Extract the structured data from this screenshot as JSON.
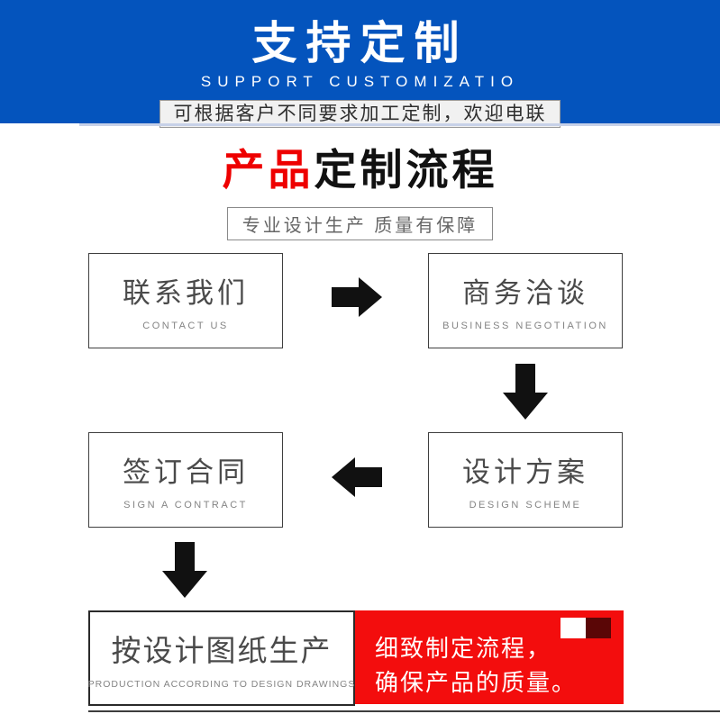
{
  "banner": {
    "title": "支持定制",
    "subtitle": "SUPPORT CUSTOMIZATIO",
    "strip": "可根据客户不同要求加工定制，欢迎电联"
  },
  "section": {
    "title_red": "产品",
    "title_black": "定制流程",
    "tagline": "专业设计生产 质量有保障"
  },
  "flow": {
    "steps": [
      {
        "zh": "联系我们",
        "en": "CONTACT US"
      },
      {
        "zh": "商务洽谈",
        "en": "BUSINESS NEGOTIATION"
      },
      {
        "zh": "签订合同",
        "en": "SIGN A CONTRACT"
      },
      {
        "zh": "设计方案",
        "en": "DESIGN SCHEME"
      },
      {
        "zh": "按设计图纸生产",
        "en": "PRODUCTION ACCORDING TO DESIGN DRAWINGS"
      }
    ],
    "note": {
      "line1": "细致制定流程，",
      "line2": "确保产品的质量。"
    }
  },
  "colors": {
    "banner_blue": "#0454bd",
    "title_red": "#ee0000",
    "note_red": "#f30d0d",
    "note_dark_square": "#5a0606",
    "arrow_black": "#111111"
  }
}
